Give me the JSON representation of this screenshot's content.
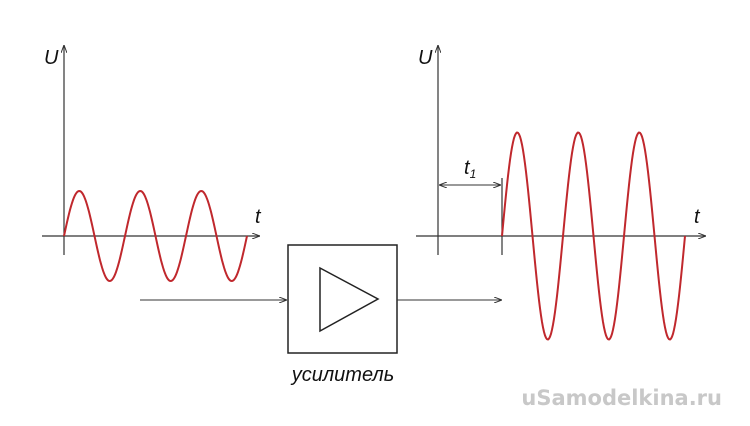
{
  "labels": {
    "input_axis_y": "U",
    "input_axis_x": "t",
    "output_axis_y": "U",
    "output_axis_x": "t",
    "delay": "t",
    "delay_subscript": "1",
    "amplifier": "усилитель"
  },
  "watermark": "uSamodelkina.ru",
  "colors": {
    "signal": "#c0282d",
    "line": "#333333"
  },
  "signals": {
    "input": {
      "amplitude": 1,
      "cycles": 3
    },
    "output": {
      "amplitude": 2.3,
      "cycles": 3
    }
  }
}
